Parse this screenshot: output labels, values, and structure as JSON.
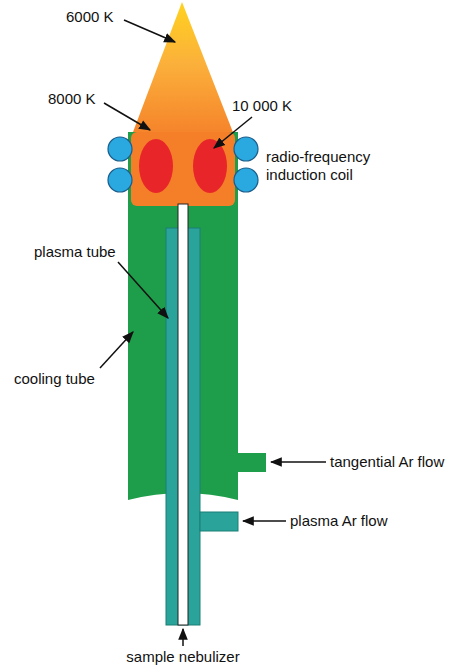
{
  "diagram": {
    "labels": [
      "6000 K",
      "8000 K",
      "10 000 K",
      "radio-frequency induction coil",
      "plasma tube",
      "cooling tube",
      "tangential Ar flow",
      "plasma Ar flow",
      "sample nebulizer"
    ]
  }
}
